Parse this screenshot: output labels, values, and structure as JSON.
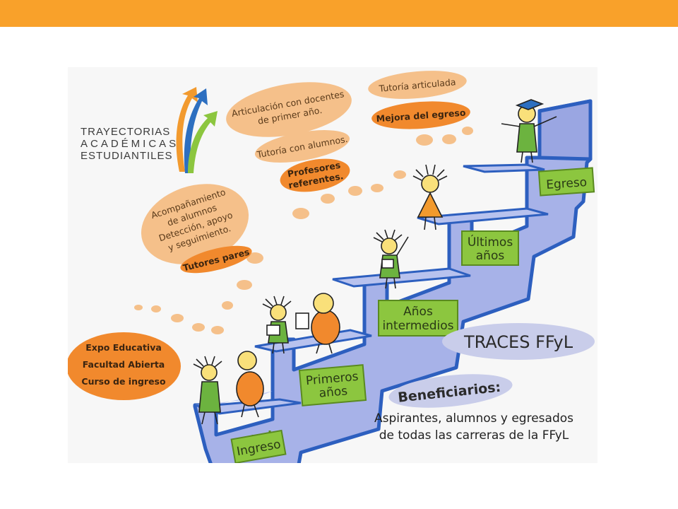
{
  "logo": {
    "line1": "TRAYECTORIAS",
    "line2": "ACADÉMICAS",
    "line3": "ESTUDIANTILES"
  },
  "bubbles": {
    "entry": [
      "Expo Educativa",
      "Facultad Abierta",
      "Curso de ingreso"
    ],
    "accompaniment": [
      "Acompañamiento",
      "de alumnos",
      "Detección, apoyo",
      "y seguimiento."
    ],
    "peer_tutors": "Tutores pares",
    "articulation": [
      "Articulación con docentes",
      "de primer año."
    ],
    "student_tutoring": "Tutoría con alumnos.",
    "ref_teachers": [
      "Profesores",
      "referentes."
    ],
    "articulated_tutoring": "Tutoría articulada",
    "graduation_improvement": "Mejora del egreso"
  },
  "stairs": {
    "steps": [
      {
        "lines": [
          "Ingreso"
        ]
      },
      {
        "lines": [
          "Primeros",
          "años"
        ]
      },
      {
        "lines": [
          "Años",
          "intermedios"
        ]
      },
      {
        "lines": [
          "Últimos",
          "años"
        ]
      },
      {
        "lines": [
          "Egreso"
        ]
      }
    ]
  },
  "program_name": "TRACES FFyL",
  "beneficiaries": {
    "heading": "Beneficiarios:",
    "text": [
      "Aspirantes, alumnos y egresados",
      "de todas las carreras de la FFyL"
    ]
  },
  "colors": {
    "header_bar": "#f9a12a",
    "stairs_fill": "#a7b2e8",
    "stairs_edge": "#2d5fbf",
    "sign_green": "#8cc63f",
    "bubble_light": "#f5c08a",
    "bubble_dark": "#f1892d",
    "program_oval": "#c9cdea",
    "arrow_orange": "#f29a2e",
    "arrow_blue": "#2d6fc0",
    "arrow_green": "#8cc63f"
  }
}
